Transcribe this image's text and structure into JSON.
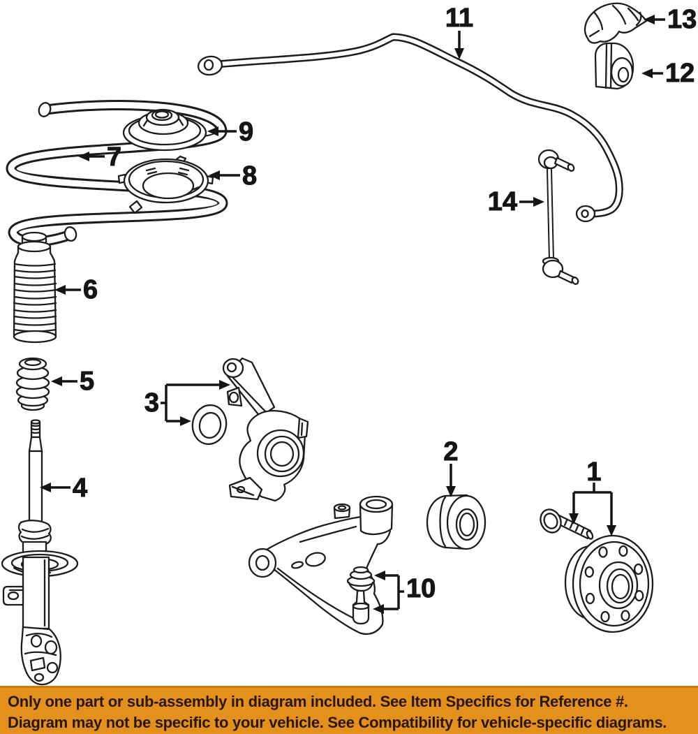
{
  "colors": {
    "line": "#1c1c1c",
    "label": "#151515",
    "banner_bg": "#E3901D",
    "banner_border": "#C9790F",
    "banner_text": "#2A1602",
    "background": "#ffffff"
  },
  "callouts": [
    {
      "label": "1"
    },
    {
      "label": "2"
    },
    {
      "label": "3"
    },
    {
      "label": "4"
    },
    {
      "label": "5"
    },
    {
      "label": "6"
    },
    {
      "label": "7"
    },
    {
      "label": "8"
    },
    {
      "label": "9"
    },
    {
      "label": "10"
    },
    {
      "label": "11"
    },
    {
      "label": "12"
    },
    {
      "label": "13"
    },
    {
      "label": "14"
    }
  ],
  "banner": {
    "line1": "Only one part or sub-assembly in diagram included. See Item Specifics for Reference #.",
    "line2": "Diagram may not be specific to your vehicle. See Compatibility for vehicle-specific diagrams."
  }
}
